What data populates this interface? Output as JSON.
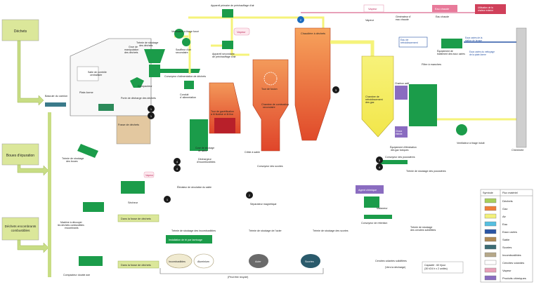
{
  "sources": {
    "dechets": "Déchets",
    "boues": "Boues d'épuration",
    "encombrants": "Déchets encombrants combustibles"
  },
  "labels": {
    "salle_controle": "Salle de contrôle centralisée",
    "plate_forme": "Plate-forme",
    "bascule": "Bascule du camion",
    "porte_decharge": "Porte de décharge des déchets",
    "fosse": "Fosse de déchets",
    "grue": "Grue de manipulation des déchets",
    "tremie_stockage_dechets": "Trémie de stockage des déchets",
    "compacteur": "Compacteur",
    "convoyeur_alimentation": "Convoyeur d'alimentation de déchets",
    "conduit_alimentation": "Conduit d' alimentation",
    "tour_gazeification": "Tour de gazéification à lit fluidisé et lit fixe",
    "tour_fusion": "Tour de fusion",
    "chambre_combustion": "Chambre de combustion secondaire",
    "chaudiere": "Chaudière à déchets",
    "ventilateur_force": "Ventilateur à tirage forcé",
    "appareil_primaire": "Appareil primaire de préchauffage d'air",
    "appareil_secondaire": "Appareil secondaire de préchauffage d'air",
    "souffleur": "Souffleur d'air secondaire",
    "vapeur": "Vapeur",
    "generateur": "Générateur d'eau chaude",
    "eau_chaude": "Eau chaude",
    "utilisation": "Utilisation de la chaleur externe",
    "eau_refroidissement": "Eau de refroidissement",
    "equipement_traitement": "Équipement de traitement des eaux usées",
    "eaux_usees_1": "Eaux usées de la station de lavage des voitures",
    "eaux_usees_2": "Eaux usées du nettoyage de la plate-forme",
    "chambre_refroidissement": "Chambre de refroidissement des gaz",
    "filtre": "Filtre à manches",
    "chaux": "Chaux éteinte",
    "charbon": "Charbon actif",
    "equipement_elimination": "Équipement d'élimination des gaz toxiques",
    "ventilateur_induit": "Ventilateur à tirage induit",
    "cheminee": "Cheminée",
    "convoyeur_poussieres": "Convoyeur des poussières",
    "tremie_poussieres": "Trémie de stockage des poussières",
    "agent_chimique": "Agent chimique",
    "malaxeur": "Malaxeur",
    "convoyeur_retention": "Convoyeur de rétention",
    "tremie_cendres": "Trémie de stockage des cendres solidifiées",
    "cendres_volantes": "Cendres volantes solidifiées",
    "vers_decharge": "(Vers la décharge)",
    "capacite": "Capacité : 60 t/jour (30 t/24 h x 2 unités)",
    "cuve_sable": "Cuve de stockage de sable",
    "dechargeur": "Déchargeur d'incombustibles",
    "crible": "Crible à sable",
    "convoyeur_scories": "Convoyeur des scories",
    "elevateur": "Élévateur de circulation du sable",
    "separateur": "Séparateur magnétique",
    "tremie_incombustibles": "Trémie de stockage des incombustibles",
    "installation_tri": "Installation de tri par tamisage",
    "incombustibles": "Incombustibles",
    "aluminium": "Aluminium",
    "tremie_acier": "Trémie de stockage de l'acier",
    "acier": "Acier",
    "tremie_scories": "Trémie de stockage des scories",
    "scories": "Scories",
    "peut_recycle": "(Peut être recyclé)",
    "tremie_boues": "Trémie de stockage des boues",
    "secheur": "Sécheur",
    "machine_decouper": "Machine à découper les déchets combustibles encombrants",
    "compacteur_double": "Compacteur double axe",
    "dans_fosse": "Dans la fosse de déchets",
    "dans_fosse2": "Dans la fosse de déchets",
    "vapeur_bubble": "Vapeur",
    "vapeur_bubble2": "Vapeur"
  },
  "markers": [
    "1",
    "1",
    "1",
    "2",
    "2",
    "3",
    "3",
    "4",
    "4",
    "4"
  ],
  "legend": {
    "header_left": "Symbole",
    "header_right": "Flux matériel",
    "items": [
      {
        "label": "Déchets",
        "color": "#a8cf5c"
      },
      {
        "label": "Gaz",
        "color": "#f07d39"
      },
      {
        "label": "Air",
        "color": "#f2f07a"
      },
      {
        "label": "Eau",
        "color": "#55bfe0"
      },
      {
        "label": "Eaux usées",
        "color": "#2a55a5"
      },
      {
        "label": "Sable",
        "color": "#b08a55"
      },
      {
        "label": "Scories",
        "color": "#3c6b73"
      },
      {
        "label": "Incombustibles",
        "color": "#b5a889"
      },
      {
        "label": "Cendres volantes",
        "color": "#ffffff"
      },
      {
        "label": "Vapeur",
        "color": "#e8a0b8"
      },
      {
        "label": "Produits chimiques",
        "color": "#8a6cc0"
      }
    ]
  },
  "colors": {
    "waste_flow": "#c8dd84",
    "equipment_green": "#1b9c4a",
    "gas": "#f07d39",
    "air": "#f5f37a",
    "water": "#55bfe0",
    "sand": "#b08a55",
    "steam": "#e8a0b8",
    "chem": "#8a6cc0"
  }
}
